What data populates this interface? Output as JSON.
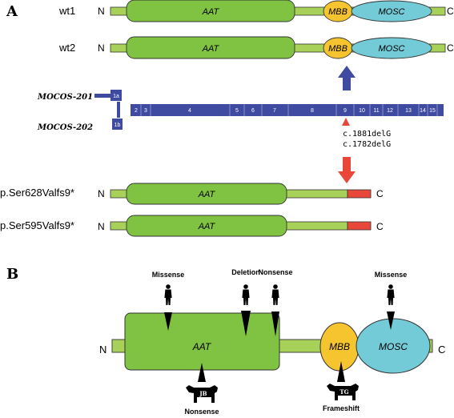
{
  "panelA": {
    "label": "A",
    "n_term": "N",
    "c_term": "C",
    "wt1": {
      "label": "wt1",
      "aat": "AAT",
      "mbb": "MBB",
      "mosc": "MOSC"
    },
    "wt2": {
      "label": "wt2",
      "aat": "AAT",
      "mbb": "MBB",
      "mosc": "MOSC"
    },
    "transcripts": {
      "t201": "MOCOS-201",
      "t202": "MOCOS-202"
    },
    "exons": [
      "1a",
      "1b",
      "2",
      "3",
      "4",
      "5",
      "6",
      "7",
      "8",
      "9",
      "10",
      "11",
      "12",
      "13",
      "14",
      "15"
    ],
    "mutations": {
      "m1": "c.1881delG",
      "m2": "c.1782delG"
    },
    "mut1": {
      "label": "p.Ser628Valfs9*",
      "aat": "AAT"
    },
    "mut2": {
      "label": "p.Ser595Valfs9*",
      "aat": "AAT"
    }
  },
  "panelB": {
    "label": "B",
    "n_term": "N",
    "c_term": "C",
    "aat": "AAT",
    "mbb": "MBB",
    "mosc": "MOSC",
    "human": {
      "missense1": "Missense",
      "deletion": "Deletion",
      "nonsense": "Nonsense",
      "missense2": "Missense"
    },
    "cattle": {
      "jb_badge": "JB",
      "tg_badge": "TG",
      "nonsense": "Nonsense",
      "frameshift": "Frameshift"
    }
  },
  "colors": {
    "aat": "#80c241",
    "linker": "#a8d15a",
    "mbb": "#f5c42e",
    "mosc": "#72cbd6",
    "gene": "#3f4aa1",
    "mutation": "#e8473a",
    "arrow_up": "#3f4aa1",
    "arrow_down": "#e8473a"
  }
}
